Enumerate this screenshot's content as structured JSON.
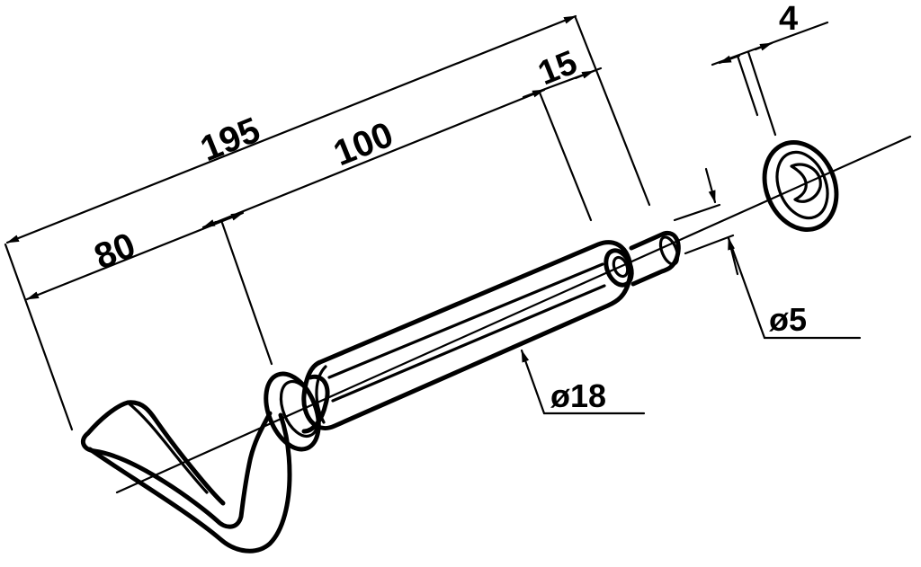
{
  "dimensions": {
    "total_length": "195",
    "handle_length": "80",
    "shaft_length": "100",
    "tip_length": "15",
    "washer_thickness": "4",
    "tip_diameter": "ø5",
    "shaft_diameter": "ø18"
  },
  "colors": {
    "ink": "#000000",
    "paper": "#ffffff"
  }
}
